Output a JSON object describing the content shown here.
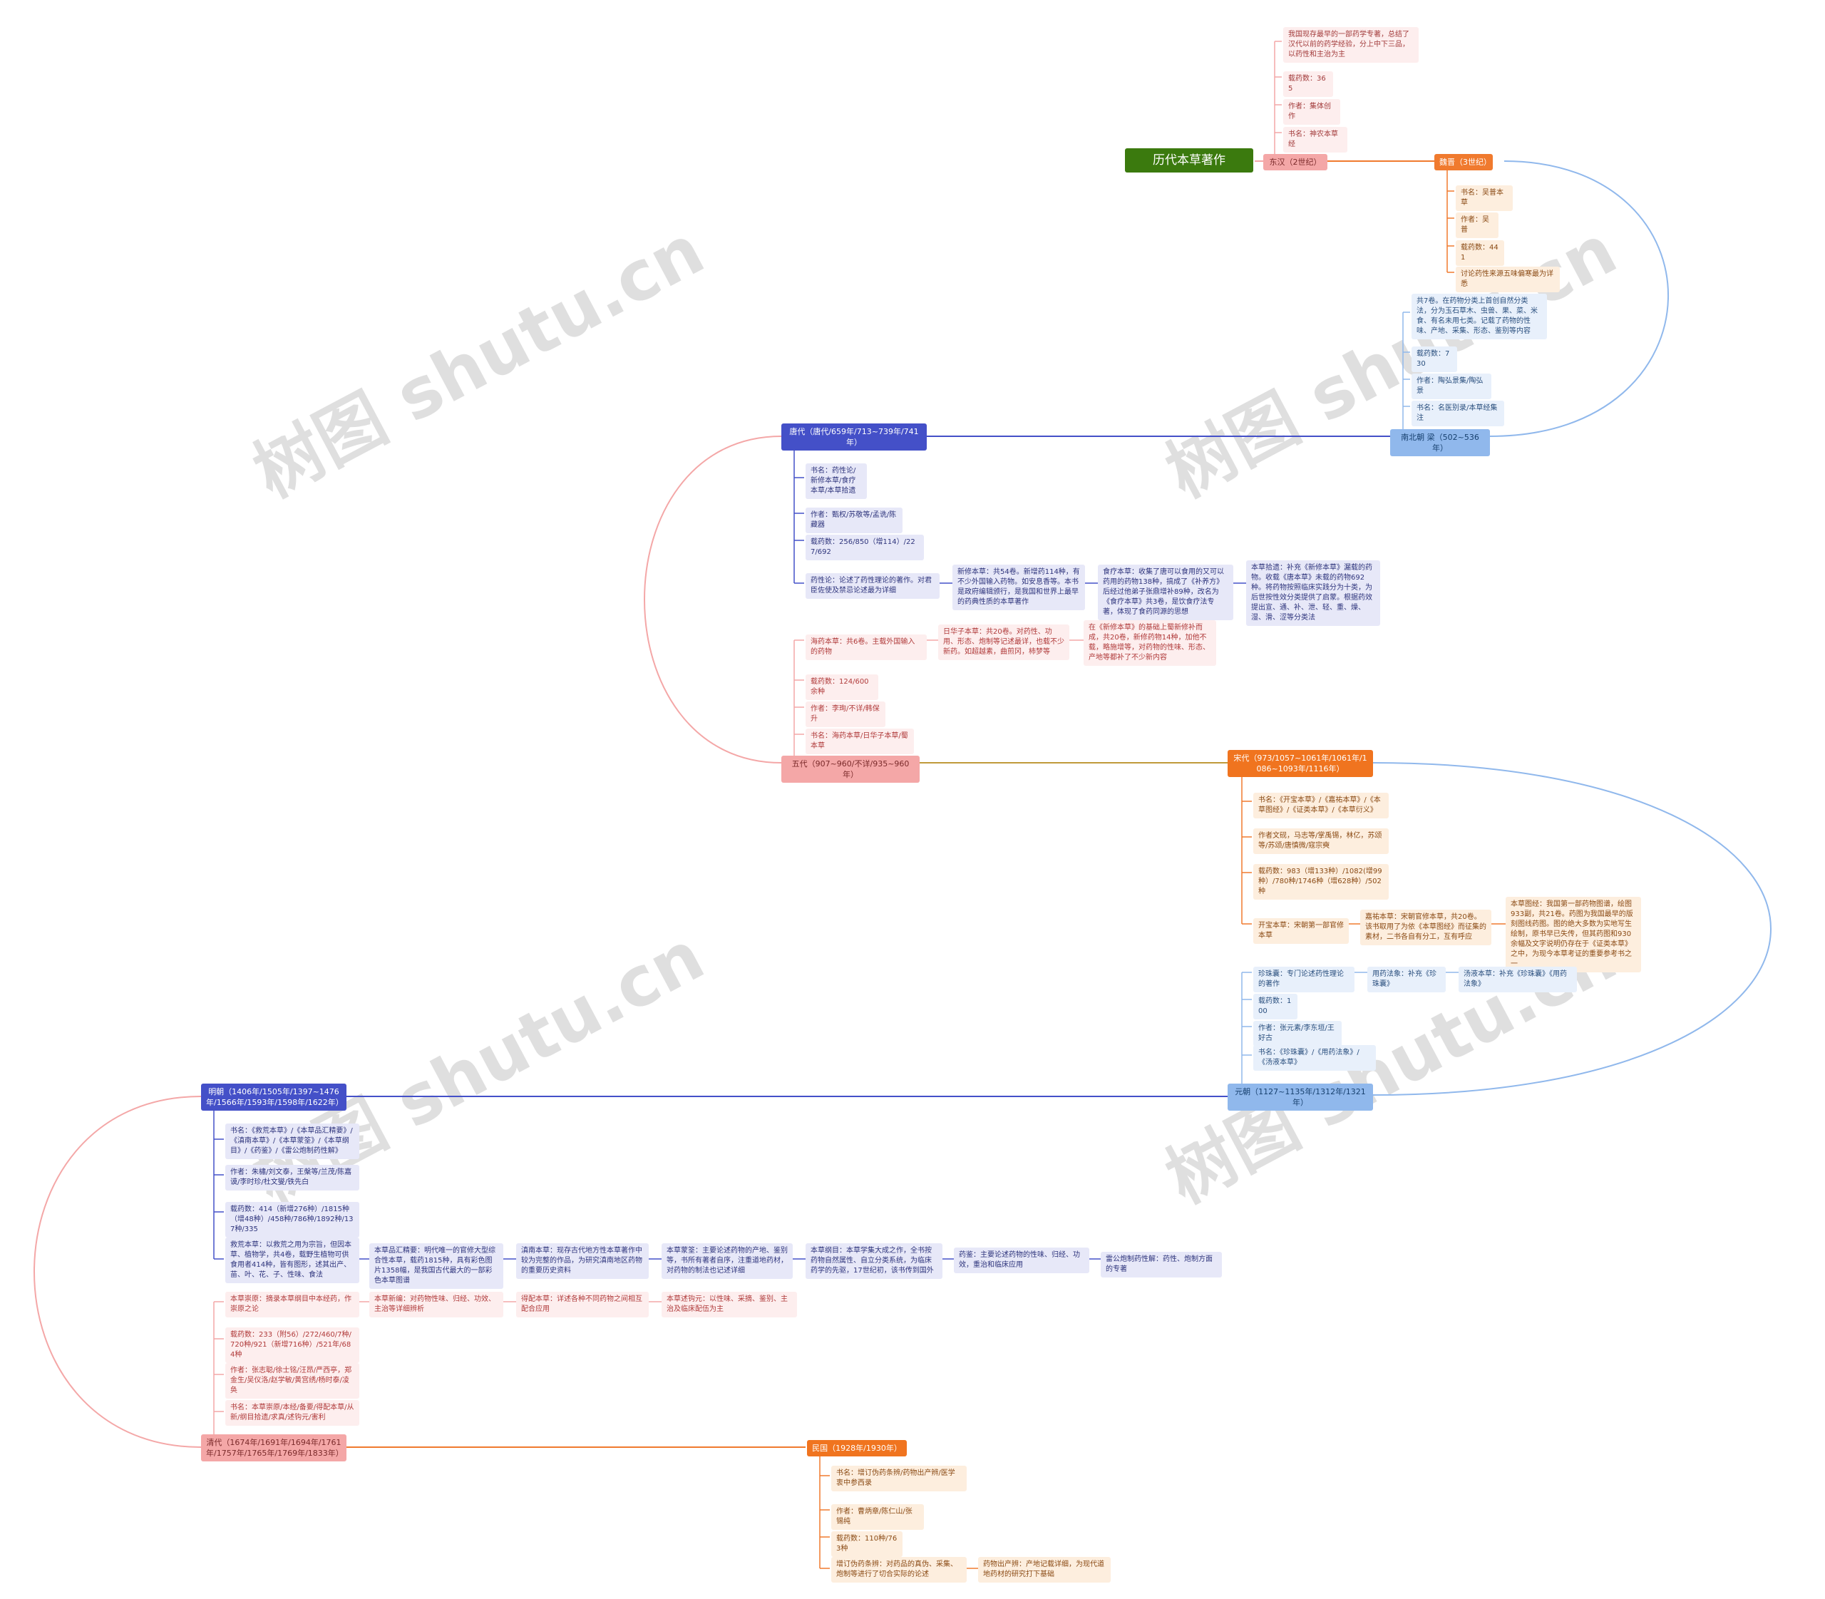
{
  "root": "历代本草著作",
  "watermark": "树图 shutu.cn",
  "colors": {
    "root": "#3b7a0e",
    "pink": "#f4a7a7",
    "orange": "#f07a2e",
    "blue": "#90b8ec",
    "indigo": "#4450c8"
  },
  "eras": {
    "donghan": {
      "label": "东汉（2世纪）",
      "items": [
        "我国现存最早的一部药学专著，总结了汉代以前的药学经验，分上中下三品，以药性和主治为主",
        "载药数：365",
        "作者：集体创作",
        "书名：神农本草经"
      ]
    },
    "weijin": {
      "label": "魏晋（3世纪）",
      "items": [
        "书名：吴普本草",
        "作者：吴普",
        "载药数：441",
        "讨论药性来源五味偏寒最为详悉"
      ]
    },
    "nanbeichao": {
      "label": "南北朝 梁（502~536年）",
      "items": [
        "共7卷。在药物分类上首创自然分类法，分为玉石草木、虫兽、果、菜、米食、有名未用七类。记载了药物的性味、产地、采集、形态、鉴别等内容",
        "载药数：730",
        "作者：陶弘景集/陶弘景",
        "书名：名医别录/本草经集注"
      ]
    },
    "tang": {
      "label": "唐代（唐代/659年/713~739年/741年）",
      "items": [
        "书名：药性论/新修本草/食疗本草/本草拾遗",
        "作者：甄权/苏敬等/孟诜/陈藏器",
        "载药数：256/850（增114）/227/692"
      ],
      "chain": [
        "药性论：论述了药性理论的著作。对君臣佐使及禁忌论述最为详细",
        "新修本草：共54卷。新增药114种，有不少外国输入药物。如安息香等。本书是政府编辑颁行，是我国和世界上最早的药典性质的本草著作",
        "食疗本草：收集了唐可以食用的又可以药用的药物138种，搞成了《补养方》后经过他弟子张鼎增补89种，改名为《食疗本草》共3卷，是饮食疗法专著，体现了食药同源的思想",
        "本草拾遗：补充《新修本草》漏载的药物。收载《唐本草》未载的药物692种。将药物按照临床实践分为十类，为后世按性效分类提供了启蒙。根据药效提出宣、通、补、泄、轻、重、燥、湿、滑、涩等分类法"
      ]
    },
    "wudai": {
      "label": "五代（907~960/不详/935~960年）",
      "items": [
        "载药数：124/600余种",
        "作者：李珣/不详/韩保升",
        "书名：海药本草/日华子本草/蜀本草"
      ],
      "chain": [
        "海药本草：共6卷。主载外国输入的药物",
        "日华子本草：共20卷。对药性、功用、形态、炮制等记述最详，也载不少新药。如超越素，曲煎冈，柿梦等",
        "在《新修本草》的基础上蜀新修补而成，共20卷，新修药物14种，加他不载，略施增等，对药物的性味、形态、产地等都补了不少新内容"
      ]
    },
    "song": {
      "label": "宋代（973/1057~1061年/1061年/1086~1093年/1116年）",
      "items": [
        "书名：《开宝本草》/《嘉祐本草》/《本草图经》/《证类本草》/《本草衍义》",
        "作者文砚，马志等/掌禹锡，林亿，苏颂等/苏颂/唐慎微/寇宗奭",
        "载药数：983（增133种）/1082(增99种）/780种/1746种（增628种）/502种"
      ],
      "chain": [
        "开宝本草：宋朝第一部官修本草",
        "嘉祐本草：宋朝官修本草，共20卷。该书取用了为依《本草图经》而征集的素材，二书各自有分工，互有呼应",
        "本草图经：我国第一部药物图谱，绘图933副，共21卷。药图为我国最早的版刻图线药图。图的绝大多数为实地写生绘制，原书早已失传，但其药图和930余幅及文字说明仍存在于《证类本草》之中，为现今本草考证的重要参考书之一"
      ]
    },
    "yuan": {
      "label": "元朝（1127~1135年/1312年/1321年）",
      "items": [
        "载药数：100",
        "作者：张元素/李东垣/王好古",
        "书名：《珍珠囊》/《用药法象》/《汤液本草》"
      ],
      "chain": [
        "珍珠囊：专门论述药性理论的著作",
        "用药法象：补充《珍珠囊》",
        "汤液本草：补充《珍珠囊》《用药法象》"
      ]
    },
    "ming": {
      "label": "明朝（1406年/1505年/1397~1476年/1566年/1593年/1598年/1622年）",
      "items": [
        "书名：《救荒本草》/《本草品汇精要》/《滇南本草》/《本草蒙筌》/《本草纲目》/《药鉴》/《雷公炮制药性解》",
        "作者：朱橚/刘文泰，王槃等/兰茂/陈嘉谟/李时珍/杜文燮/铁先白",
        "载药数：414（新增276种）/1815种（增48种）/458种/786种/1892种/137种/335"
      ],
      "chain": [
        "救荒本草：以救荒之用为宗旨，但因本草、植物学，共4卷，载野生植物可供食用者414种，皆有图形，述其出产、苗、叶、花、子、性味、食法",
        "本草品汇精要：明代唯一的官修大型综合性本草，载药1815种，具有彩色图片1358幅，是我国古代最大的一部彩色本草图谱",
        "滇南本草：现存古代地方性本草著作中较为完整的作品，为研究滇南地区药物的重要历史资料",
        "本草蒙筌：主要论述药物的产地、鉴别等，书所有著者自序，注重道地药材，对药物的制法也记述详细",
        "本草纲目：本草学集大成之作，全书按药物自然属性、自立分类系统，为临床药学的先驱，17世纪初，该书传到国外",
        "药鉴：主要论述药物的性味、归经、功效，重治和临床应用",
        "雷公炮制药性解：药性、炮制方面的专著"
      ]
    },
    "qing": {
      "label": "清代（1674年/1691年/1694年/1761年/1757年/1765年/1769年/1833年）",
      "items": [
        "载药数：233（附56）/272/460/7种/720种/921（新增716种）/521年/684种",
        "作者：张志聪/徐士铭/汪昂/严西亭，郑金生/吴仪洛/赵学敏/黄宫绣/杨时泰/凌奂",
        "书名：本草崇原/本经/备要/得配本草/从新/纲目拾遗/求真/述钩元/害利"
      ],
      "chain": [
        "本草崇原：摘录本草纲目中本经药，作崇原之论",
        "本草新编：对药物性味、归经、功效、主治等详细辨析",
        "得配本草：详述各种不同药物之间相互配合应用",
        "本草述钩元：以性味、采摘、鉴别、主治及临床配伍为主"
      ]
    },
    "minguo": {
      "label": "民国（1928年/1930年）",
      "items": [
        "书名：增订伪药条辨/药物出产辨/医学衷中参西录",
        "作者：曹炳章/陈仁山/张锡纯",
        "载药数：110种/763种"
      ],
      "chain": [
        "增订伪药条辨：对药品的真伪、采集、炮制等进行了切合实际的论述",
        "药物出产辨：产地记载详细，为现代道地药材的研究打下基础"
      ]
    }
  }
}
